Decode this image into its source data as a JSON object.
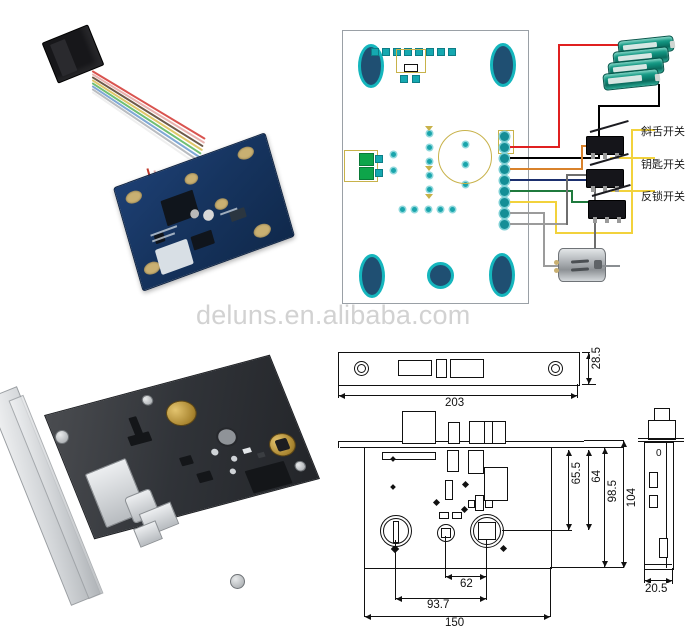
{
  "watermark": "deluns.en.alibaba.com",
  "panels": {
    "pcb_photo": {
      "name": "Control board with ribbon cable and connector"
    },
    "wiring_diagram": {
      "name": "Lock controller wiring diagram"
    },
    "lock_photo": {
      "name": "Mortise lock body photo"
    },
    "tech_drawing": {
      "name": "Mortise lock dimensional drawing"
    }
  },
  "wiring": {
    "components": {
      "battery_pack": "AA battery pack",
      "motor": "DC motor",
      "pcb": "PCB board"
    },
    "switch_labels": [
      "斜舌开关",
      "钥匙开关",
      "反锁开关"
    ],
    "wire_colors": {
      "positive": "#e02020",
      "negative": "#000000",
      "latch": "#d9822b",
      "key": "#1b2f6e",
      "deadbolt": "#1f7a3d",
      "bus": "#f2d23c",
      "motor": "#9b9b9b"
    },
    "pcb_accent": "#15b6bd",
    "pad_fill": "#1f4f72",
    "silk_color": "#c8b24a"
  },
  "tech_drawing": {
    "views": {
      "faceplate": "Faceplate top view",
      "body": "Lock body front view",
      "side": "Lock body side view"
    },
    "dimensions": {
      "faceplate_length": "203",
      "faceplate_width": "28.5",
      "body_length": "150",
      "body_height": "104",
      "spindle_to_cylinder": "93.7",
      "center_distance": "62",
      "backset_a": "65.5",
      "backset_b": "64",
      "height_98_5": "98.5",
      "side_thickness": "20.5",
      "side_mark": "0"
    }
  }
}
